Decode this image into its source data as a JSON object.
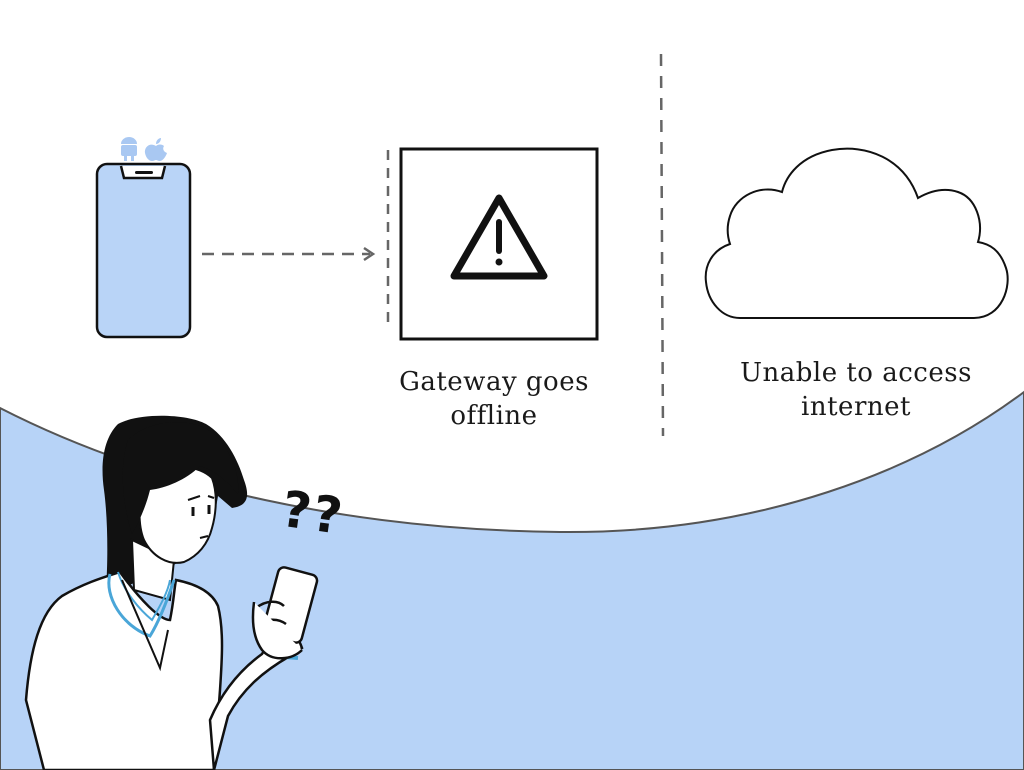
{
  "colors": {
    "background_wave": "#b7d3f7",
    "phone_screen": "#b9d4f7",
    "line": "#111111",
    "dash": "#666666",
    "scarf": "#4aa6d8"
  },
  "icons": [
    "android-icon",
    "apple-icon",
    "warning-icon",
    "cloud-icon",
    "phone-icon"
  ],
  "gateway": {
    "label_line1": "Gateway goes",
    "label_line2": "offline"
  },
  "internet": {
    "label_line1": "Unable to access",
    "label_line2": "internet"
  },
  "person": {
    "question_marks": "??"
  }
}
